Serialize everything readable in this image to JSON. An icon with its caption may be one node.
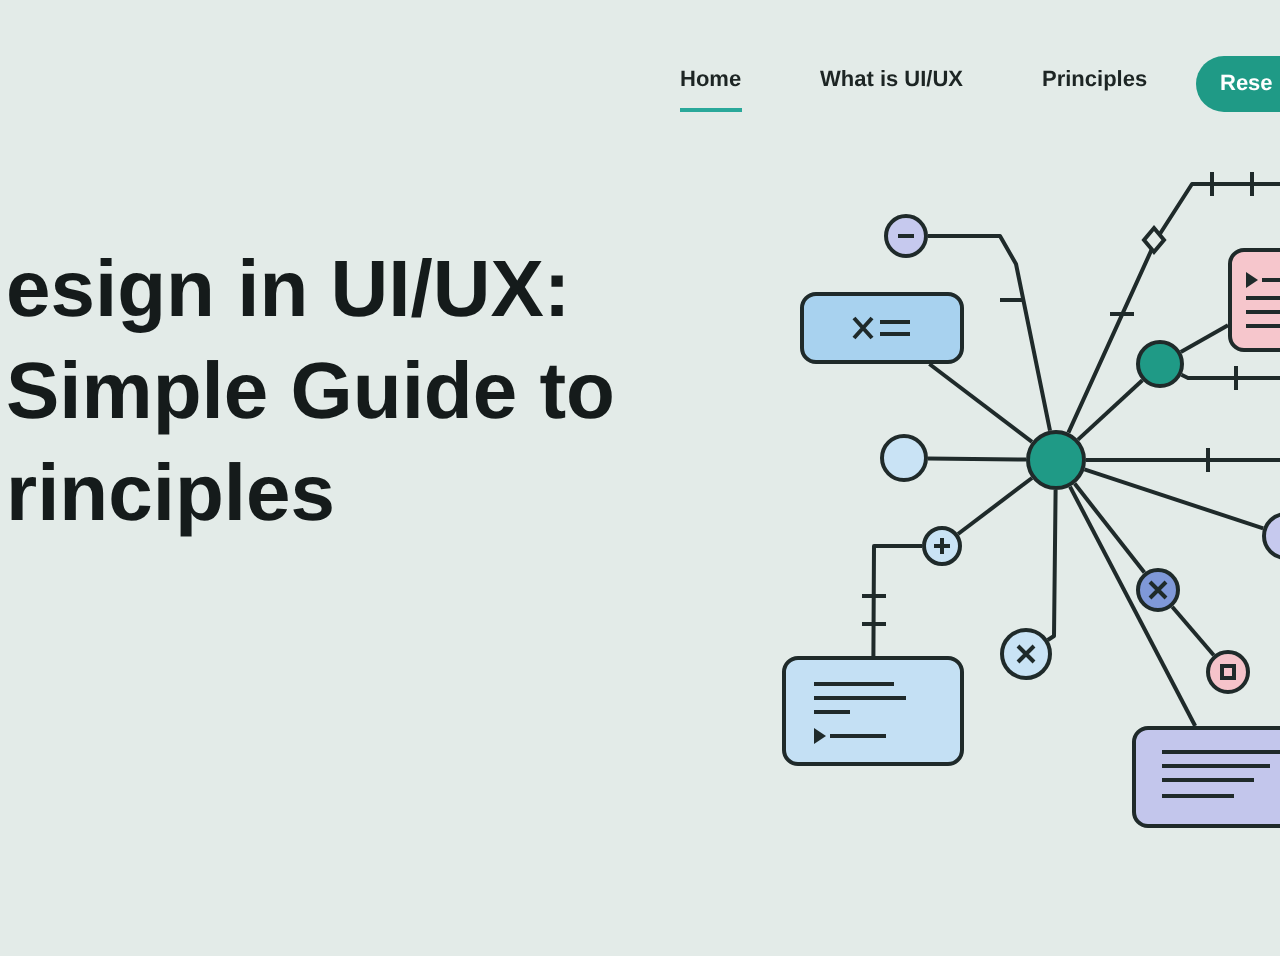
{
  "diagram": {
    "title": "esign in UI/UX: Simple Guide to rinciples",
    "nodes": [
      {
        "text": [],
        "shape": "circle"
      },
      {
        "text": [],
        "shape": "circle"
      },
      {
        "text": [],
        "shape": "box"
      },
      {
        "text": [],
        "shape": "circle"
      },
      {
        "text": [],
        "shape": "circle"
      },
      {
        "text": [],
        "shape": "box"
      },
      {
        "text": [],
        "shape": "circle"
      },
      {
        "text": [],
        "shape": "circle"
      },
      {
        "text": [],
        "shape": "circle"
      },
      {
        "text": [],
        "shape": "box"
      },
      {
        "text": [],
        "shape": "circle"
      },
      {
        "text": [],
        "shape": "circle"
      },
      {
        "text": [],
        "shape": "box"
      }
    ],
    "edges": [
      {
        "from": 0,
        "to": 1,
        "arrow": "none"
      },
      {
        "from": 0,
        "to": 2,
        "arrow": "none"
      },
      {
        "from": 0,
        "to": 3,
        "arrow": "none"
      },
      {
        "from": 0,
        "to": 4,
        "arrow": "none"
      },
      {
        "from": 4,
        "to": 5,
        "arrow": "none"
      },
      {
        "from": 0,
        "to": 6,
        "arrow": "none"
      },
      {
        "from": 0,
        "to": 7,
        "arrow": "none"
      },
      {
        "from": 7,
        "to": 8,
        "arrow": "none"
      },
      {
        "from": 0,
        "to": 9,
        "arrow": "none"
      },
      {
        "from": 0,
        "to": 10,
        "arrow": "none"
      },
      {
        "from": 0,
        "to": 11,
        "arrow": "none"
      },
      {
        "from": 11,
        "to": 12,
        "arrow": "none"
      },
      {
        "from": 0,
        "to": null,
        "arrow": "none"
      },
      {
        "from": 11,
        "to": null,
        "arrow": "none"
      },
      {
        "from": 0,
        "to": null,
        "arrow": "none"
      }
    ],
    "labels": [
      "Home",
      "What is UI/UX",
      "Principles",
      "Rese"
    ]
  }
}
